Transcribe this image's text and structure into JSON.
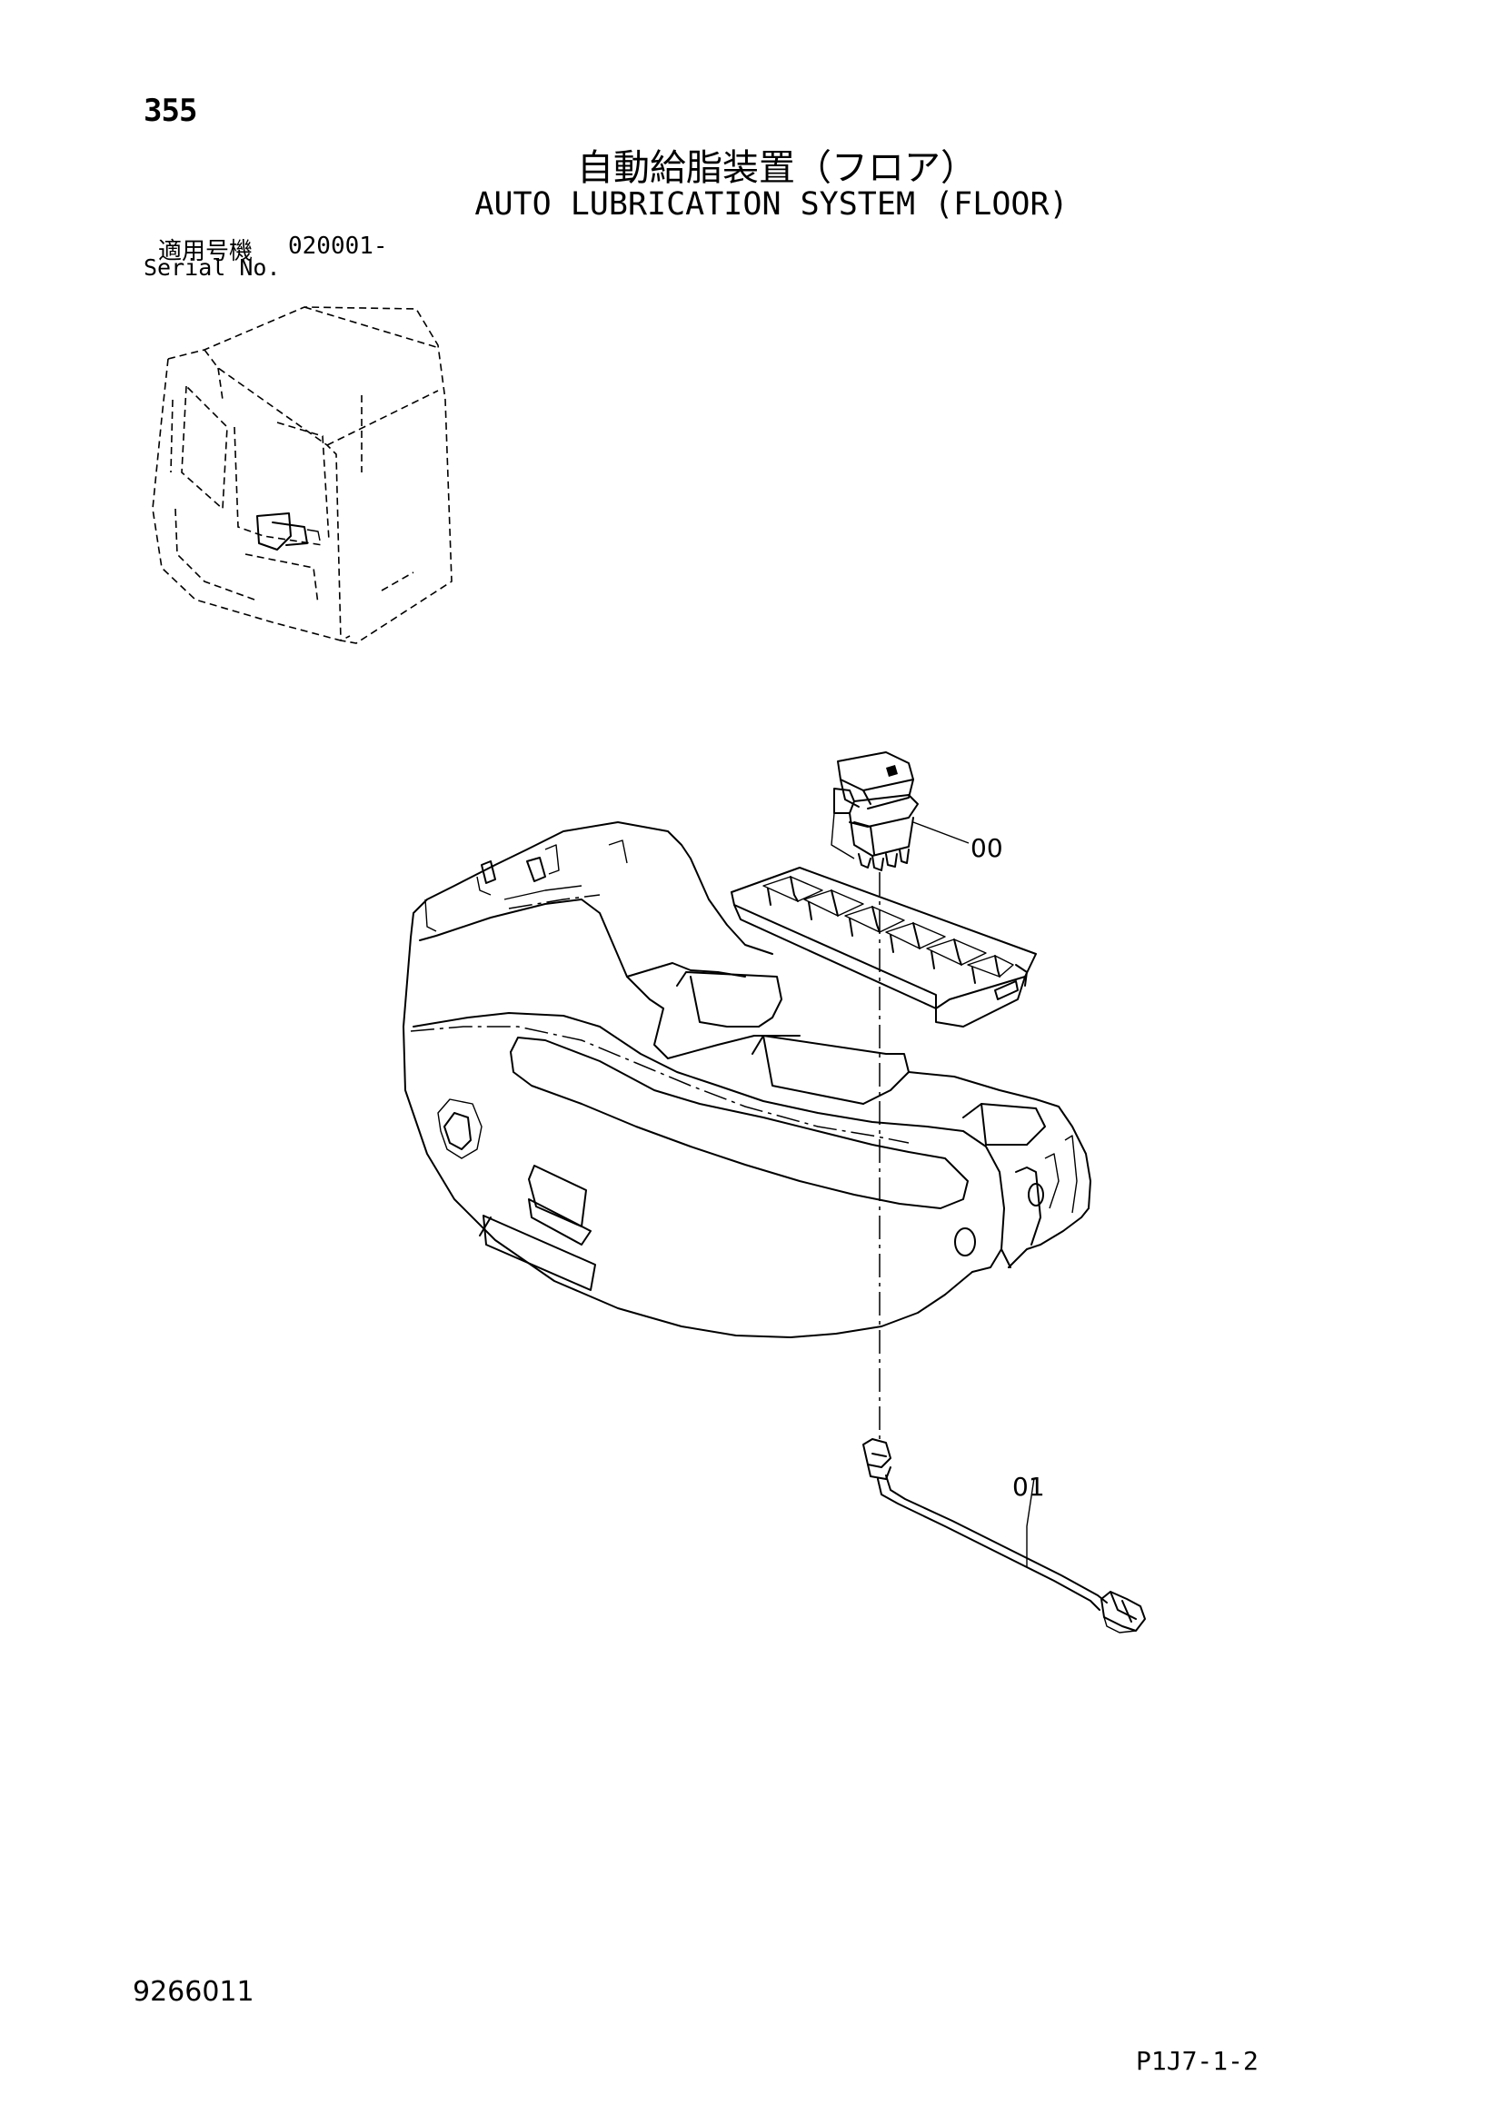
{
  "header": {
    "page_number": "355",
    "title_jp": "自動給脂装置（フロア）",
    "title_en": "AUTO LUBRICATION SYSTEM (FLOOR)",
    "serial_label_jp": "適用号機",
    "serial_range": "020001-",
    "serial_label_en": "Serial No."
  },
  "callouts": {
    "switch": "00",
    "harness": "01"
  },
  "footer": {
    "doc_number": "9266011",
    "page_ref": "P1J7-1-2"
  }
}
